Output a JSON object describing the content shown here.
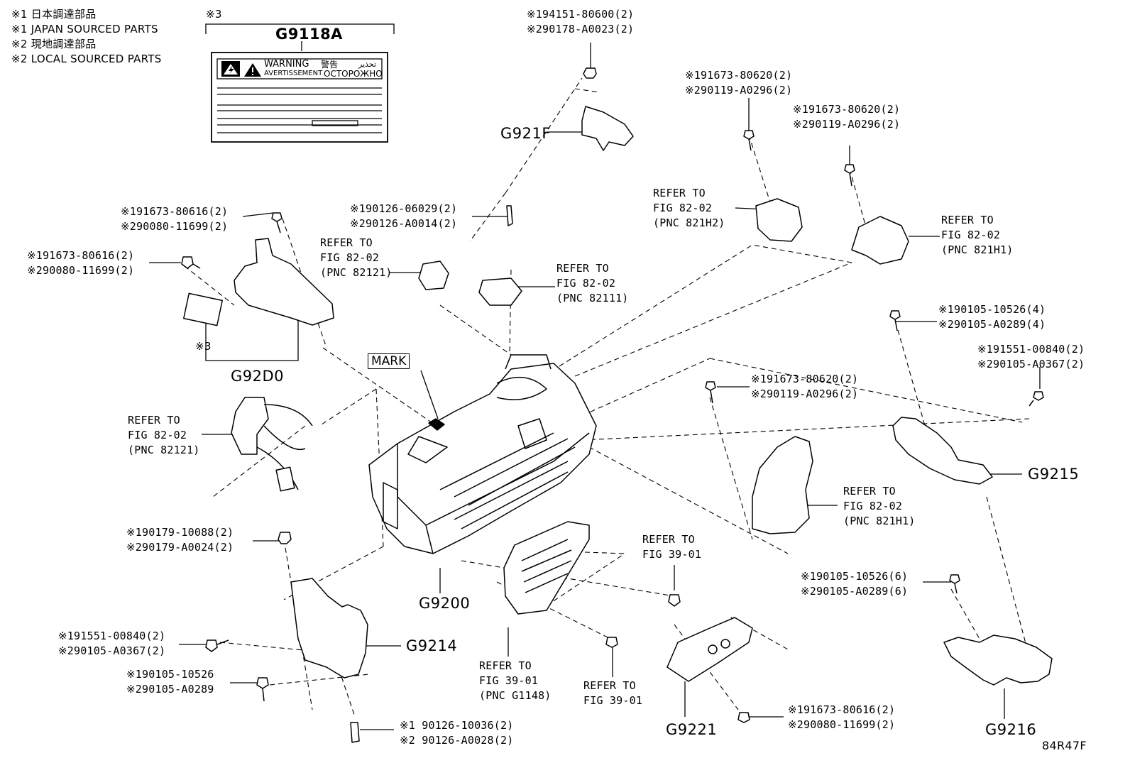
{
  "header": {
    "lines": [
      "※1 日本調達部品",
      "※1 JAPAN SOURCED PARTS",
      "※2 現地調達部品",
      "※2 LOCAL SOURCED PARTS"
    ]
  },
  "warning_label": {
    "part_no": "G9118A",
    "ref_mark": "※3",
    "text_en": "WARNING",
    "text_fr": "AVERTISSEMENT",
    "text_jp": "警告",
    "text_ar": "تحذير",
    "text_ru": "ОСТОРОЖНО"
  },
  "mark_label": "MARK",
  "part_numbers": {
    "g921f": "G921F",
    "g92d0": "G92D0",
    "g9200": "G9200",
    "g9214": "G9214",
    "g9215": "G9215",
    "g9216": "G9216",
    "g9221": "G9221",
    "ref3": "※3"
  },
  "callouts": {
    "c_194151": [
      "※194151-80600(2)",
      "※290178-A0023(2)"
    ],
    "c_191673_a": [
      "※191673-80620(2)",
      "※290119-A0296(2)"
    ],
    "c_191673_b": [
      "※191673-80620(2)",
      "※290119-A0296(2)"
    ],
    "c_191673_616a": [
      "※191673-80616(2)",
      "※290080-11699(2)"
    ],
    "c_191673_616b": [
      "※191673-80616(2)",
      "※290080-11699(2)"
    ],
    "c_190126": [
      "※190126-06029(2)",
      "※290126-A0014(2)"
    ],
    "c_190105_4": [
      "※190105-10526(4)",
      "※290105-A0289(4)"
    ],
    "c_191551_a": [
      "※191551-00840(2)",
      "※290105-A0367(2)"
    ],
    "c_191673_c": [
      "※191673-80620(2)",
      "※290119-A0296(2)"
    ],
    "c_190179": [
      "※190179-10088(2)",
      "※290179-A0024(2)"
    ],
    "c_190105_6": [
      "※190105-10526(6)",
      "※290105-A0289(6)"
    ],
    "c_191551_b": [
      "※191551-00840(2)",
      "※290105-A0367(2)"
    ],
    "c_190105_1": [
      "※190105-10526",
      "※290105-A0289"
    ],
    "c_190126_b": [
      "※1 90126-10036(2)",
      "※2 90126-A0028(2)"
    ],
    "c_191673_616c": [
      "※191673-80616(2)",
      "※290080-11699(2)"
    ]
  },
  "refers": {
    "r_82121_top": [
      "REFER TO",
      "FIG 82-02",
      "(PNC 82121)"
    ],
    "r_82111": [
      "REFER TO",
      "FIG 82-02",
      "(PNC 82111)"
    ],
    "r_821h2": [
      "REFER TO",
      "FIG 82-02",
      "(PNC 821H2)"
    ],
    "r_821h1_top": [
      "REFER TO",
      "FIG 82-02",
      "(PNC 821H1)"
    ],
    "r_82121_left": [
      "REFER TO",
      "FIG 82-02",
      "(PNC 82121)"
    ],
    "r_821h1_mid": [
      "REFER TO",
      "FIG 82-02",
      "(PNC 821H1)"
    ],
    "r_39_01_a": [
      "REFER TO",
      "FIG 39-01"
    ],
    "r_g1148": [
      "REFER TO",
      "FIG 39-01",
      "(PNC G1148)"
    ],
    "r_39_01_b": [
      "REFER TO",
      "FIG 39-01"
    ]
  },
  "figure_code": "84R47F"
}
